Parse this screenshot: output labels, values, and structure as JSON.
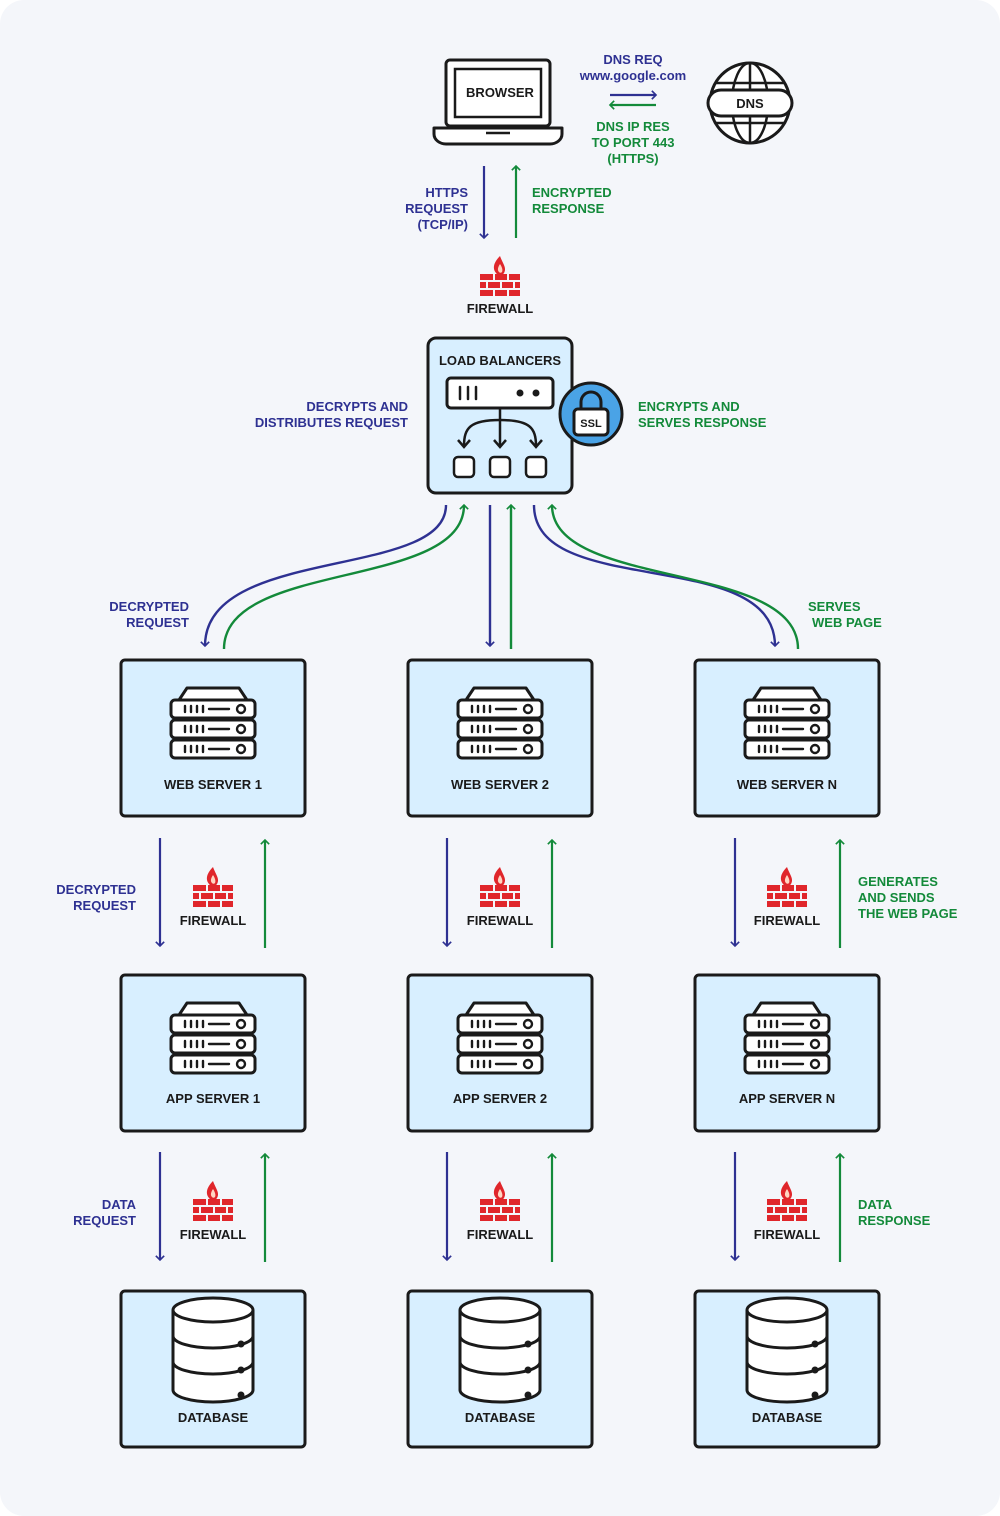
{
  "colors": {
    "request": "#2e3192",
    "response": "#138a3a",
    "box_fill": "#d8efff",
    "firewall": "#e0262b",
    "ssl_fill": "#4aa3e6"
  },
  "browser": {
    "label": "BROWSER"
  },
  "dns": {
    "label": "DNS",
    "req_line1": "DNS REQ",
    "req_line2": "www.google.com",
    "res_line1": "DNS IP RES",
    "res_line2": "TO PORT 443",
    "res_line3": "(HTTPS)"
  },
  "top_links": {
    "https_line1": "HTTPS",
    "https_line2": "REQUEST",
    "https_line3": "(TCP/IP)",
    "enc_line1": "ENCRYPTED",
    "enc_line2": "RESPONSE"
  },
  "firewall_label": "FIREWALL",
  "load_balancer": {
    "title": "LOAD BALANCERS",
    "ssl": "SSL",
    "left_line1": "DECRYPTS AND",
    "left_line2": "DISTRIBUTES REQUEST",
    "right_line1": "ENCRYPTS AND",
    "right_line2": "SERVES RESPONSE"
  },
  "lb_links": {
    "left_line1": "DECRYPTED",
    "left_line2": "REQUEST",
    "right_line1": "SERVES",
    "right_line2": "WEB PAGE"
  },
  "web_servers": [
    "WEB SERVER 1",
    "WEB SERVER 2",
    "WEB SERVER N"
  ],
  "web_app_links": {
    "left_line1": "DECRYPTED",
    "left_line2": "REQUEST",
    "right_line1": "GENERATES",
    "right_line2": "AND SENDS",
    "right_line3": "THE WEB PAGE"
  },
  "app_servers": [
    "APP SERVER 1",
    "APP SERVER 2",
    "APP SERVER N"
  ],
  "app_db_links": {
    "left_line1": "DATA",
    "left_line2": "REQUEST",
    "right_line1": "DATA",
    "right_line2": "RESPONSE"
  },
  "databases": [
    "DATABASE",
    "DATABASE",
    "DATABASE"
  ]
}
